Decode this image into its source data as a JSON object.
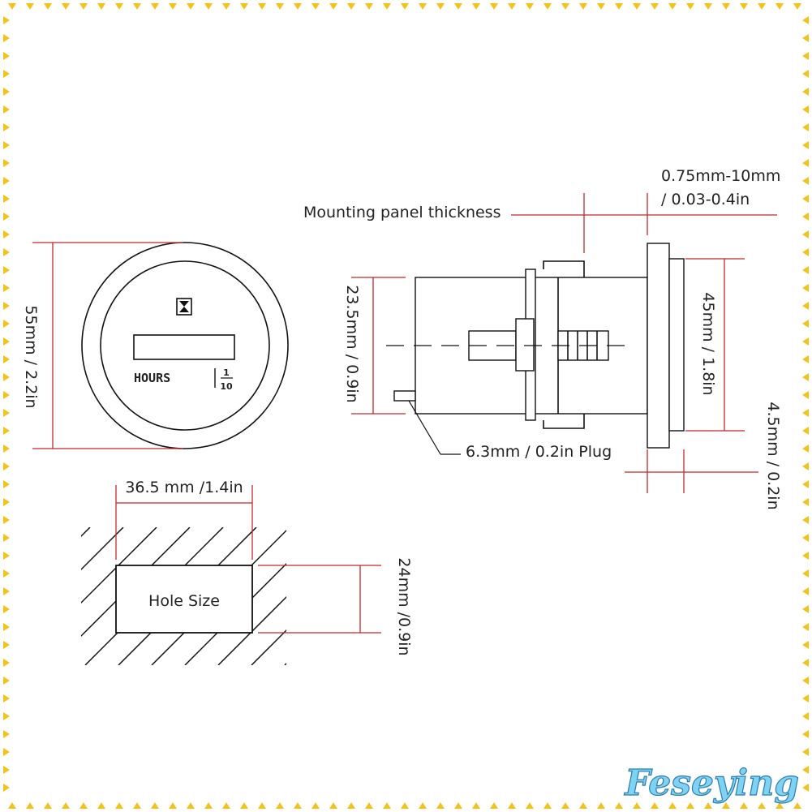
{
  "labels": {
    "dia_55": "55mm / 2.2in",
    "hours": "HOURS",
    "tenth_top": "1",
    "tenth_bottom": "10",
    "panel_thickness_range": "0.75mm-10mm",
    "panel_thickness_range_in": "/ 0.03-0.4in",
    "mounting_panel": "Mounting panel thickness",
    "body_23_5": "23.5mm / 0.9in",
    "bezel_45": "45mm / 1.8in",
    "flange_4_5": "4.5mm / 0.2in",
    "plug": "6.3mm / 0.2in Plug",
    "hole_width": "36.5 mm /1.4in",
    "hole_height": "24mm /0.9in",
    "hole_size": "Hole Size"
  },
  "brand": "Feseying",
  "colors": {
    "border_triangles": "#f5c21b",
    "dimension_lines": "#c0282c",
    "outline": "#111111",
    "brand_fill": "#7fd3f2"
  }
}
